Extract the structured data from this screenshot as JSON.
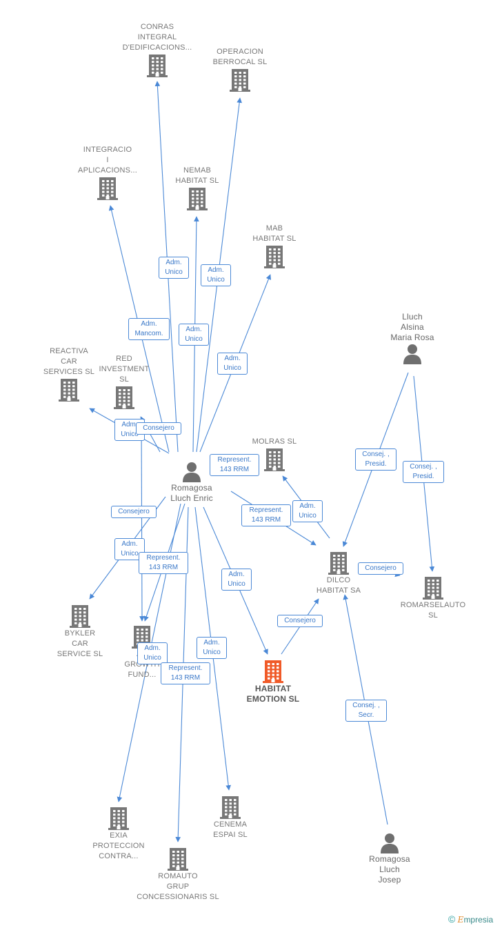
{
  "companies": {
    "conras": {
      "label": "CONRAS\nINTEGRAL\nD'EDIFICACIONS...",
      "icon": "building-icon"
    },
    "operacion": {
      "label": "OPERACION\nBERROCAL  SL",
      "icon": "building-icon"
    },
    "integracio": {
      "label": "INTEGRACIO\nI\nAPLICACIONS...",
      "icon": "building-icon"
    },
    "nemab": {
      "label": "NEMAB\nHABITAT  SL",
      "icon": "building-icon"
    },
    "mab": {
      "label": "MAB\nHABITAT  SL",
      "icon": "building-icon"
    },
    "reactiva": {
      "label": "REACTIVA\nCAR\nSERVICES SL",
      "icon": "building-icon"
    },
    "red": {
      "label": "RED\nINVESTMENT\nSL",
      "icon": "building-icon"
    },
    "molras": {
      "label": "MOLRAS SL",
      "icon": "building-icon"
    },
    "dilco": {
      "label": "DILCO\nHABITAT SA",
      "icon": "building-icon"
    },
    "romarselauto": {
      "label": "ROMARSELAUTO\nSL",
      "icon": "building-icon"
    },
    "bykler": {
      "label": "BYKLER\nCAR\nSERVICE SL",
      "icon": "building-icon"
    },
    "au": {
      "label": "AU\nGROWTH\nFUND...",
      "icon": "building-icon"
    },
    "habitat": {
      "label": "HABITAT\nEMOTION  SL",
      "icon": "building-icon",
      "color": "#f05a28"
    },
    "exia": {
      "label": "EXIA\nPROTECCION\nCONTRA...",
      "icon": "building-icon"
    },
    "cenema": {
      "label": "CENEMA\nESPAI  SL",
      "icon": "building-icon"
    },
    "romauto": {
      "label": "ROMAUTO\nGRUP\nCONCESSIONARIS SL",
      "icon": "building-icon"
    }
  },
  "people": {
    "enric": {
      "label": "Romagosa\nLluch Enric",
      "icon": "person-icon"
    },
    "lluch": {
      "label": "Lluch\nAlsina\nMaria Rosa",
      "icon": "person-icon"
    },
    "josep": {
      "label": "Romagosa\nLluch\nJosep",
      "icon": "person-icon"
    }
  },
  "edge_labels": {
    "e1": "Adm.\nUnico",
    "e2": "Adm.\nUnico",
    "e3": "Adm.\nMancom.",
    "e4": "Adm.\nUnico",
    "e5": "Adm.\nUnico",
    "e6": "Adm.\nUnico",
    "e7": "Consejero",
    "e8": "Represent.\n143 RRM",
    "e9": "Represent.\n143 RRM",
    "e10": "Adm.\nUnico",
    "e11": "Consej. ,\nPresid.",
    "e12": "Consej. ,\nPresid.",
    "e13": "Consejero",
    "e14": "Adm.\nUnico",
    "e15": "Represent.\n143 RRM",
    "e16": "Adm.\nUnico",
    "e17": "Adm.\nUnico",
    "e18": "Adm.\nUnico",
    "e19": "Represent.\n143 RRM",
    "e20": "Consejero",
    "e21": "Consejero",
    "e22": "Consej. ,\nSecr."
  },
  "colors": {
    "edge": "#4a88d6",
    "icon": "#777777",
    "focus": "#f05a28"
  },
  "brand": {
    "copyright": "©",
    "name": "mpresia",
    "initial": "E"
  }
}
